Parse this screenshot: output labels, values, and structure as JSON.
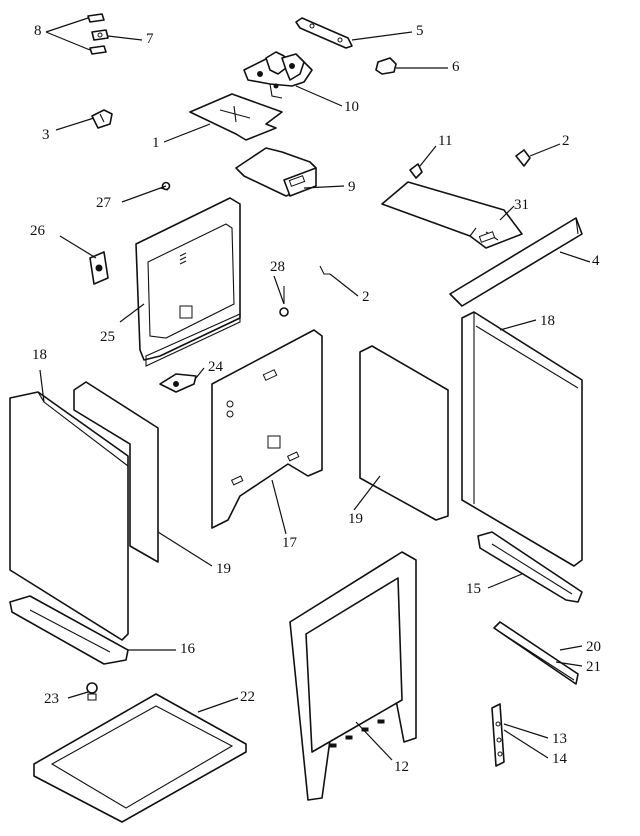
{
  "callouts": [
    {
      "id": "c1",
      "label": "1"
    },
    {
      "id": "c2a",
      "label": "2"
    },
    {
      "id": "c2b",
      "label": "2"
    },
    {
      "id": "c3",
      "label": "3"
    },
    {
      "id": "c4",
      "label": "4"
    },
    {
      "id": "c5",
      "label": "5"
    },
    {
      "id": "c6",
      "label": "6"
    },
    {
      "id": "c7",
      "label": "7"
    },
    {
      "id": "c8",
      "label": "8"
    },
    {
      "id": "c9",
      "label": "9"
    },
    {
      "id": "c10",
      "label": "10"
    },
    {
      "id": "c11",
      "label": "11"
    },
    {
      "id": "c12",
      "label": "12"
    },
    {
      "id": "c13",
      "label": "13"
    },
    {
      "id": "c14",
      "label": "14"
    },
    {
      "id": "c15",
      "label": "15"
    },
    {
      "id": "c16",
      "label": "16"
    },
    {
      "id": "c17",
      "label": "17"
    },
    {
      "id": "c18a",
      "label": "18"
    },
    {
      "id": "c18b",
      "label": "18"
    },
    {
      "id": "c19a",
      "label": "19"
    },
    {
      "id": "c19b",
      "label": "19"
    },
    {
      "id": "c20",
      "label": "20"
    },
    {
      "id": "c21",
      "label": "21"
    },
    {
      "id": "c22",
      "label": "22"
    },
    {
      "id": "c23",
      "label": "23"
    },
    {
      "id": "c24",
      "label": "24"
    },
    {
      "id": "c25",
      "label": "25"
    },
    {
      "id": "c26",
      "label": "26"
    },
    {
      "id": "c27",
      "label": "27"
    },
    {
      "id": "c28",
      "label": "28"
    },
    {
      "id": "c31",
      "label": "31"
    }
  ]
}
